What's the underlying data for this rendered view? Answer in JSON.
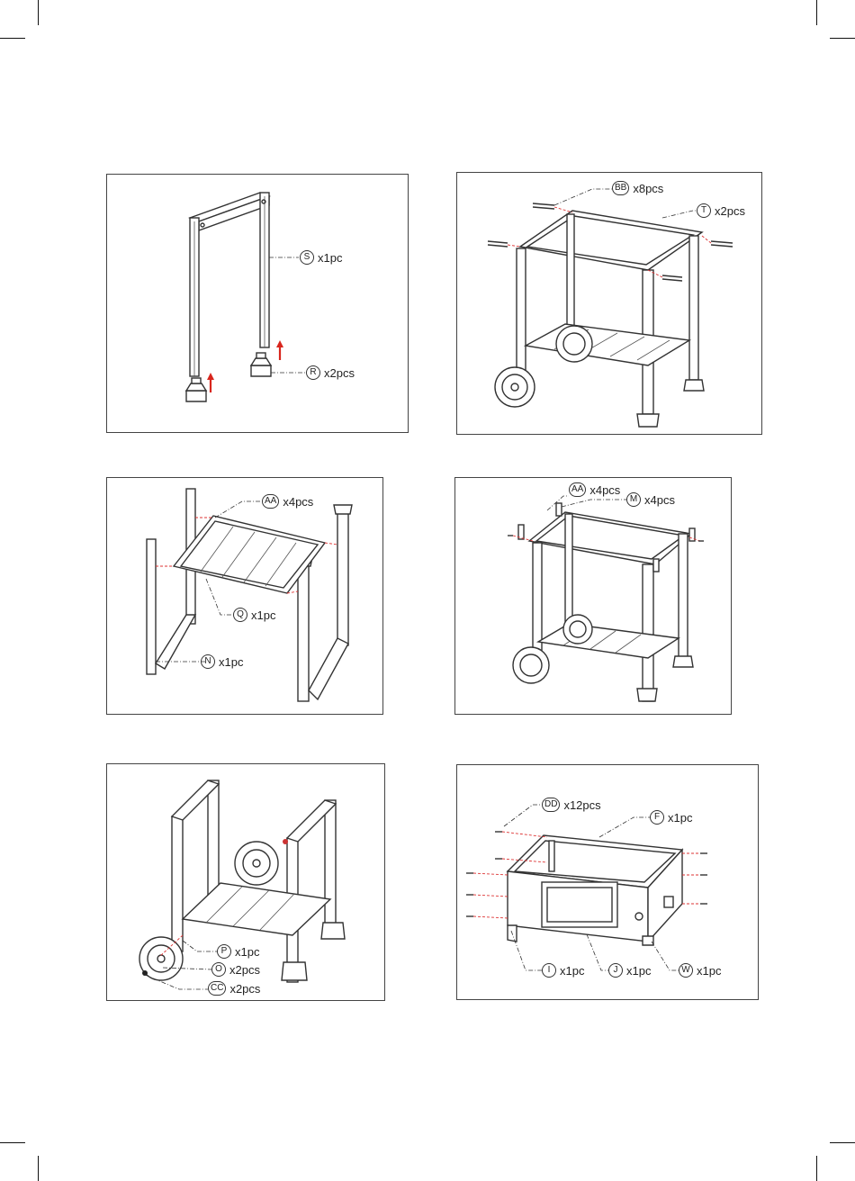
{
  "panels": [
    {
      "labels": [
        {
          "part": "S",
          "qty": "x1pc"
        },
        {
          "part": "R",
          "qty": "x2pcs"
        }
      ]
    },
    {
      "labels": [
        {
          "part": "BB",
          "qty": "x8pcs"
        },
        {
          "part": "T",
          "qty": "x2pcs"
        }
      ]
    },
    {
      "labels": [
        {
          "part": "AA",
          "qty": "x4pcs"
        },
        {
          "part": "Q",
          "qty": "x1pc"
        },
        {
          "part": "N",
          "qty": "x1pc"
        }
      ]
    },
    {
      "labels": [
        {
          "part": "AA",
          "qty": "x4pcs"
        },
        {
          "part": "M",
          "qty": "x4pcs"
        }
      ]
    },
    {
      "labels": [
        {
          "part": "P",
          "qty": "x1pc"
        },
        {
          "part": "O",
          "qty": "x2pcs"
        },
        {
          "part": "CC",
          "qty": "x2pcs"
        }
      ]
    },
    {
      "labels": [
        {
          "part": "DD",
          "qty": "x12pcs"
        },
        {
          "part": "F",
          "qty": "x1pc"
        },
        {
          "part": "I",
          "qty": "x1pc"
        },
        {
          "part": "J",
          "qty": "x1pc"
        },
        {
          "part": "W",
          "qty": "x1pc"
        }
      ]
    }
  ],
  "colors": {
    "arrow": "#d8261d",
    "line": "#333333",
    "dash": "#dd3333"
  }
}
